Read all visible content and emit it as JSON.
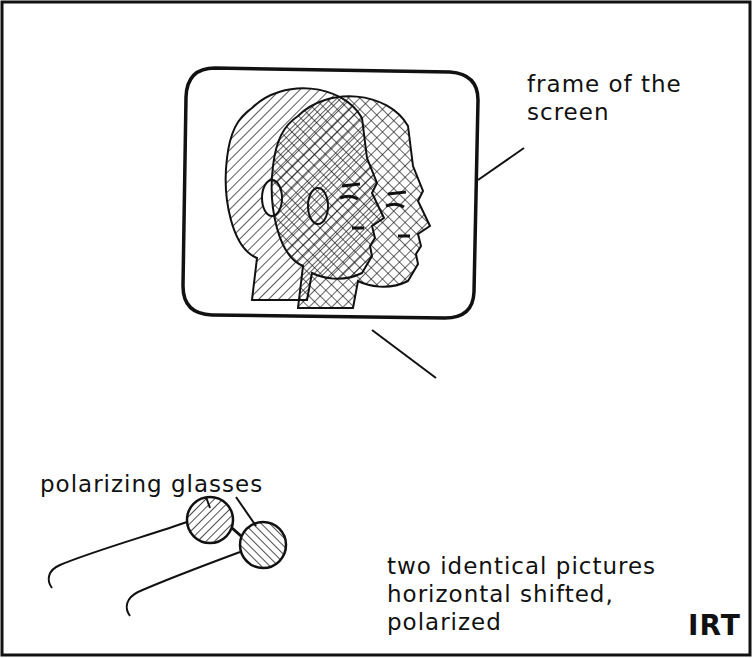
{
  "diagram": {
    "labels": [
      "frame of the screen",
      "two identical pictures horizontal shifted, polarized",
      "polarizing glasses",
      "IRT"
    ]
  }
}
